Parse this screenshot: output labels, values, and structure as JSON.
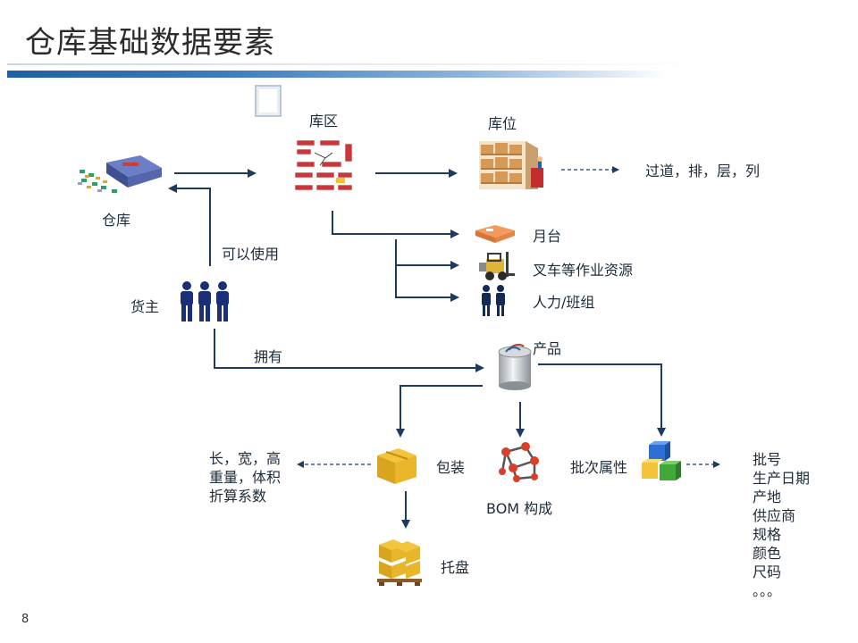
{
  "title": "仓库基础数据要素",
  "page_number": "8",
  "nodes": {
    "warehouse": "仓库",
    "zone": "库区",
    "location": "库位",
    "location_attrs": "过道，排，层，列",
    "dock": "月台",
    "forklift": "叉车等作业资源",
    "labor": "人力/班组",
    "owner": "货主",
    "product": "产品",
    "package": "包装",
    "package_attrs": [
      "长，宽，高",
      "重量，体积",
      "折算系数"
    ],
    "pallet": "托盘",
    "bom": "BOM 构成",
    "batch": "批次属性",
    "batch_attrs": [
      "批号",
      "生产日期",
      "产地",
      "供应商",
      "规格",
      "颜色",
      "尺码",
      "。。。"
    ]
  },
  "edge_labels": {
    "can_use": "可以使用",
    "owns": "拥有"
  },
  "colors": {
    "arrow": "#1f3a5f",
    "title_bar": "#1f5fa3"
  }
}
